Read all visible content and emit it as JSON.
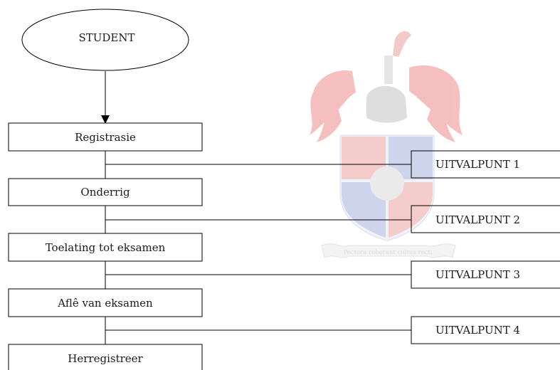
{
  "start_node": "STUDENT",
  "steps": [
    "Registrasie",
    "Onderrig",
    "Toelating tot eksamen",
    "Aflê van eksamen",
    "Herregistreer"
  ],
  "exit_points": [
    "UITVALPUNT 1",
    "UITVALPUNT 2",
    "UITVALPUNT 3",
    "UITVALPUNT 4"
  ],
  "watermark": {
    "type": "coat-of-arms",
    "motto": "Pectora roborant cultus recti",
    "colors": {
      "mantling_red": "#f3b3b3",
      "shield_blue": "#bcc6e4",
      "gold": "#f1e3b0",
      "grey": "#dddddd"
    }
  }
}
